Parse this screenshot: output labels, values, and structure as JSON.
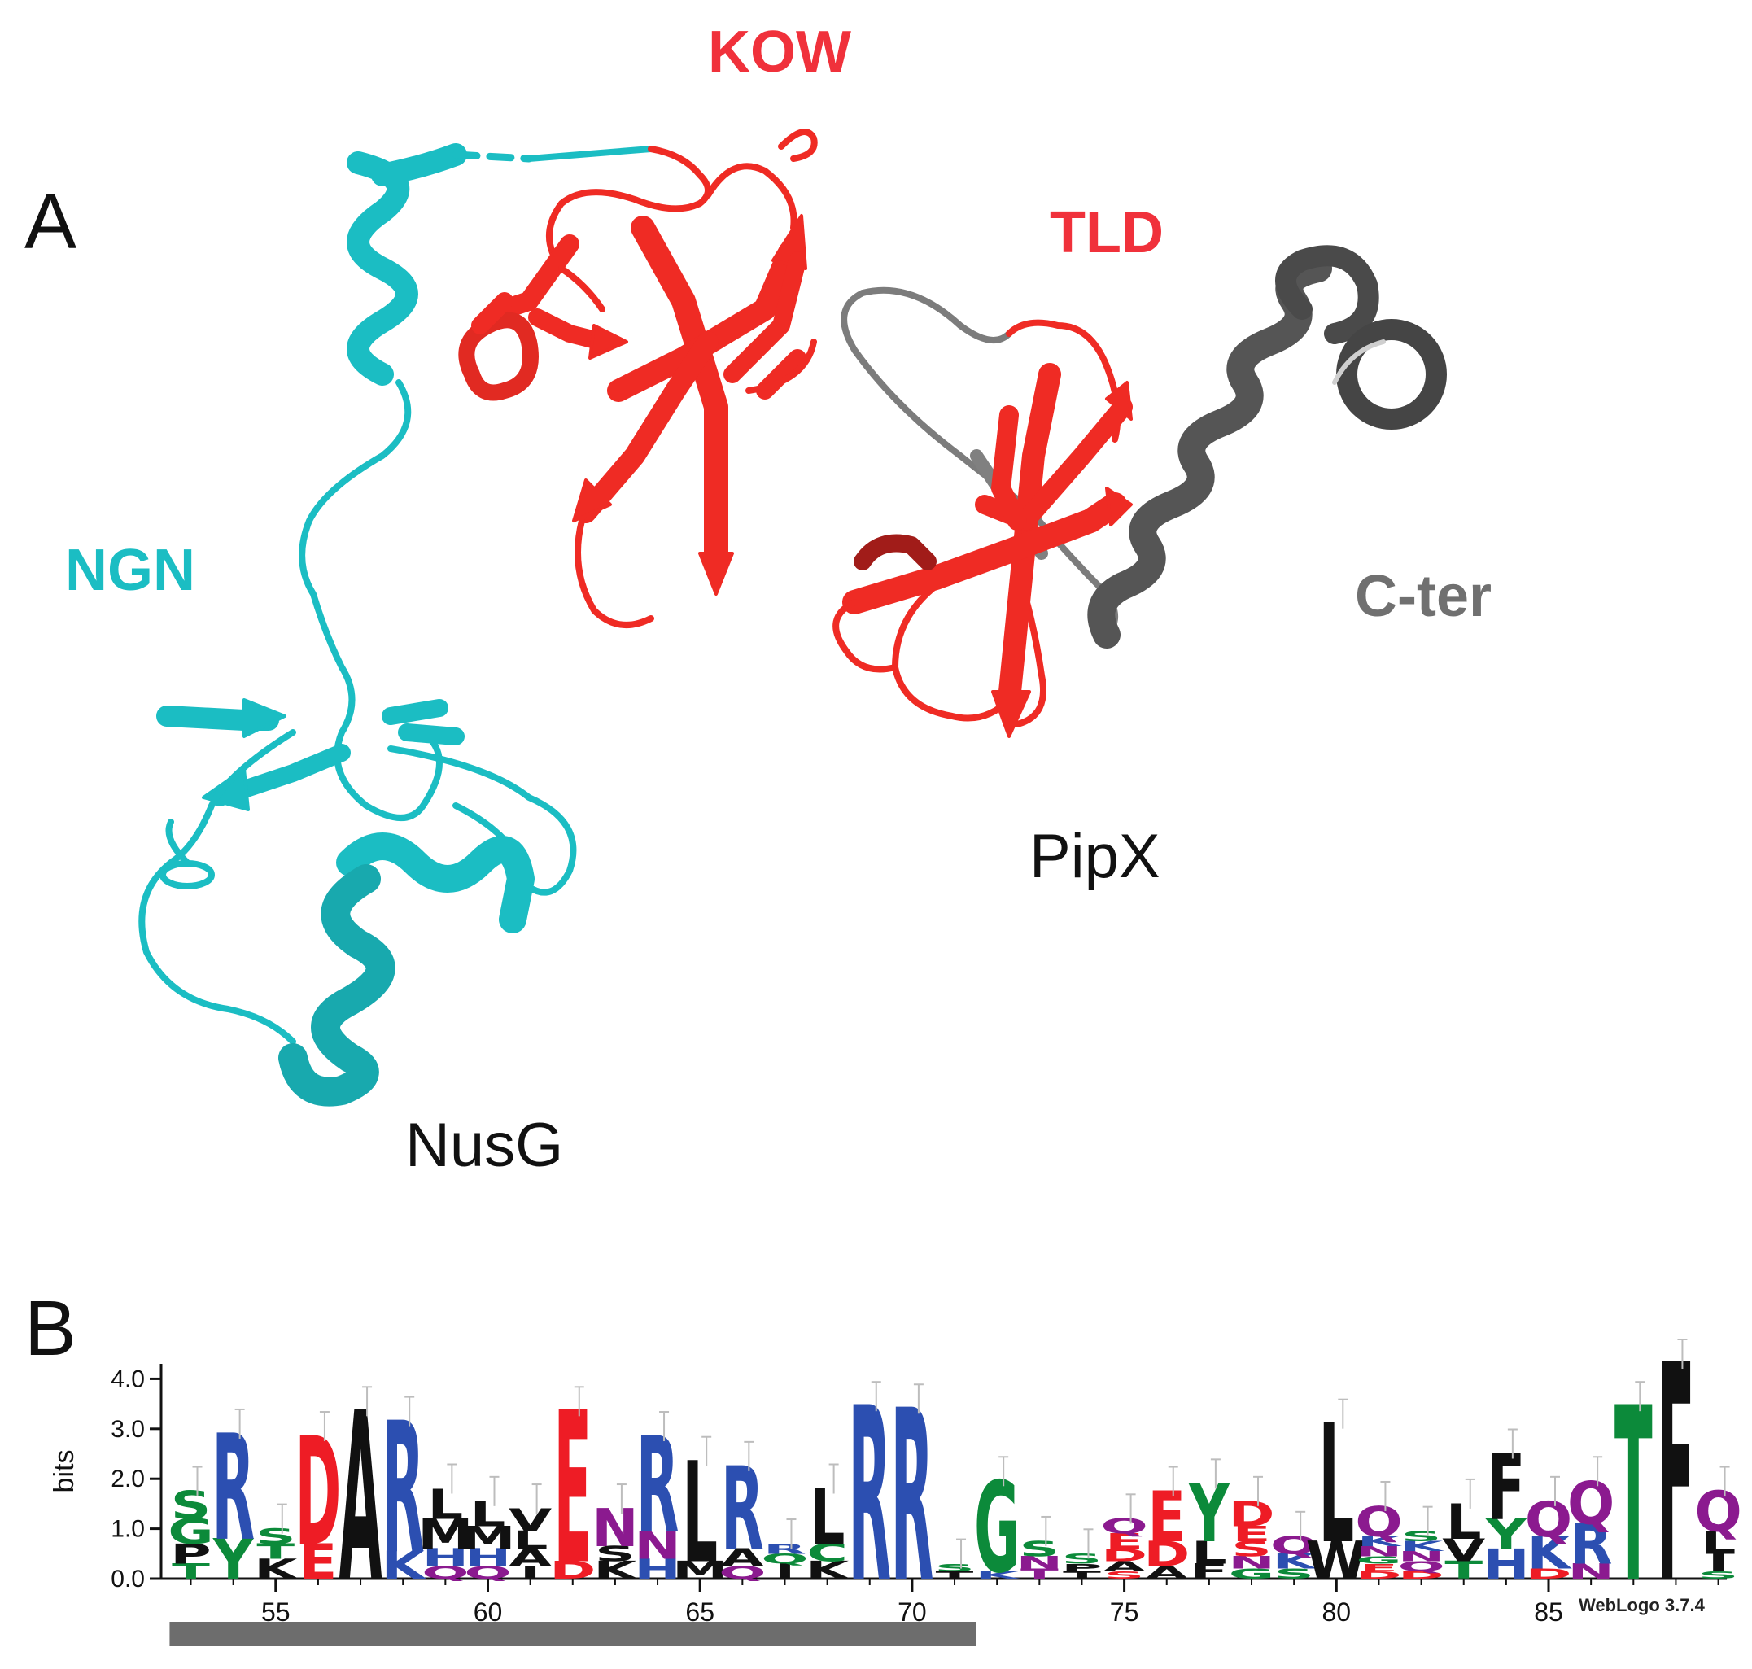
{
  "panel_a": {
    "label": "A",
    "domains": {
      "ngn": {
        "text": "NGN",
        "color": "#1bbdc3"
      },
      "kow": {
        "text": "KOW",
        "color": "#f0313b"
      },
      "tld": {
        "text": "TLD",
        "color": "#f0313b"
      },
      "cter": {
        "text": "C-ter",
        "color": "#707070"
      }
    },
    "proteins": {
      "nusg": "NusG",
      "pipx": "PipX"
    },
    "ribbon_colors": {
      "cyan": "#1bbdc3",
      "red": "#ef2b24",
      "grey": "#585858"
    }
  },
  "panel_b": {
    "label": "B",
    "credit": "WebLogo 3.7.4",
    "chart_data": {
      "type": "sequence-logo",
      "ylabel": "bits",
      "ylim": [
        0,
        4.3
      ],
      "yticks": [
        "0.0",
        "1.0",
        "2.0",
        "3.0",
        "4.0"
      ],
      "xlim": [
        52.3,
        89.2
      ],
      "xticks": [
        55,
        60,
        65,
        70,
        75,
        80,
        85
      ],
      "bracket_range": [
        52.5,
        71.5
      ],
      "residue_colors": {
        "basic": "#2c4fb1",
        "acidic": "#ee1c25",
        "polar": "#0c8a3a",
        "amide": "#8b1a8f",
        "hydrophobic": "#111111"
      },
      "positions": [
        {
          "pos": 53,
          "stack": [
            [
              "T",
              0.3,
              "polar"
            ],
            [
              "P",
              0.4,
              "hydrophobic"
            ],
            [
              "G",
              0.5,
              "polar"
            ],
            [
              "S",
              0.55,
              "polar"
            ]
          ]
        },
        {
          "pos": 54,
          "stack": [
            [
              "Y",
              0.8,
              "polar"
            ],
            [
              "R",
              2.1,
              "basic"
            ]
          ]
        },
        {
          "pos": 55,
          "stack": [
            [
              "K",
              0.4,
              "hydrophobic"
            ],
            [
              "T",
              0.3,
              "polar"
            ],
            [
              "S",
              0.3,
              "polar"
            ]
          ]
        },
        {
          "pos": 56,
          "stack": [
            [
              "E",
              0.7,
              "acidic"
            ],
            [
              "D",
              2.15,
              "acidic"
            ]
          ]
        },
        {
          "pos": 57,
          "stack": [
            [
              "A",
              3.35,
              "hydrophobic"
            ]
          ]
        },
        {
          "pos": 58,
          "stack": [
            [
              "K",
              0.55,
              "basic"
            ],
            [
              "R",
              2.6,
              "basic"
            ]
          ]
        },
        {
          "pos": 59,
          "stack": [
            [
              "Q",
              0.25,
              "amide"
            ],
            [
              "H",
              0.35,
              "basic"
            ],
            [
              "M",
              0.6,
              "hydrophobic"
            ],
            [
              "L",
              0.6,
              "hydrophobic"
            ]
          ]
        },
        {
          "pos": 60,
          "stack": [
            [
              "Q",
              0.25,
              "amide"
            ],
            [
              "H",
              0.35,
              "basic"
            ],
            [
              "M",
              0.45,
              "hydrophobic"
            ],
            [
              "L",
              0.5,
              "hydrophobic"
            ]
          ]
        },
        {
          "pos": 61,
          "stack": [
            [
              "I",
              0.25,
              "hydrophobic"
            ],
            [
              "A",
              0.35,
              "hydrophobic"
            ],
            [
              "L",
              0.35,
              "hydrophobic"
            ],
            [
              "V",
              0.45,
              "hydrophobic"
            ]
          ]
        },
        {
          "pos": 62,
          "stack": [
            [
              "D",
              0.35,
              "acidic"
            ],
            [
              "E",
              3.0,
              "acidic"
            ]
          ]
        },
        {
          "pos": 63,
          "stack": [
            [
              "K",
              0.35,
              "hydrophobic"
            ],
            [
              "S",
              0.3,
              "hydrophobic"
            ],
            [
              "N",
              0.75,
              "amide"
            ]
          ]
        },
        {
          "pos": 64,
          "stack": [
            [
              "H",
              0.4,
              "basic"
            ],
            [
              "N",
              0.55,
              "amide"
            ],
            [
              "R",
              1.9,
              "basic"
            ]
          ]
        },
        {
          "pos": 65,
          "stack": [
            [
              "M",
              0.35,
              "hydrophobic"
            ],
            [
              "L",
              2.0,
              "hydrophobic"
            ]
          ]
        },
        {
          "pos": 66,
          "stack": [
            [
              "Q",
              0.25,
              "amide"
            ],
            [
              "A",
              0.35,
              "hydrophobic"
            ],
            [
              "R",
              1.65,
              "basic"
            ]
          ]
        },
        {
          "pos": 67,
          "stack": [
            [
              "I",
              0.3,
              "hydrophobic"
            ],
            [
              "Q",
              0.2,
              "polar"
            ],
            [
              "R",
              0.2,
              "basic"
            ]
          ]
        },
        {
          "pos": 68,
          "stack": [
            [
              "K",
              0.35,
              "hydrophobic"
            ],
            [
              "C",
              0.35,
              "polar"
            ],
            [
              "L",
              1.1,
              "hydrophobic"
            ]
          ]
        },
        {
          "pos": 69,
          "stack": [
            [
              "R",
              3.45,
              "basic"
            ]
          ]
        },
        {
          "pos": 70,
          "stack": [
            [
              "R",
              3.4,
              "basic"
            ]
          ]
        },
        {
          "pos": 71,
          "stack": [
            [
              "T",
              0.15,
              "hydrophobic"
            ],
            [
              "S",
              0.15,
              "polar"
            ]
          ]
        },
        {
          "pos": 72,
          "stack": [
            [
              "K",
              0.15,
              "basic"
            ],
            [
              "G",
              1.8,
              "polar"
            ]
          ]
        },
        {
          "pos": 73,
          "stack": [
            [
              "T",
              0.2,
              "amide"
            ],
            [
              "N",
              0.25,
              "amide"
            ],
            [
              "S",
              0.3,
              "polar"
            ]
          ]
        },
        {
          "pos": 74,
          "stack": [
            [
              "T",
              0.15,
              "hydrophobic"
            ],
            [
              "P",
              0.15,
              "hydrophobic"
            ],
            [
              "S",
              0.2,
              "polar"
            ]
          ]
        },
        {
          "pos": 75,
          "stack": [
            [
              "S",
              0.15,
              "acidic"
            ],
            [
              "A",
              0.2,
              "hydrophobic"
            ],
            [
              "D",
              0.25,
              "acidic"
            ],
            [
              "E",
              0.3,
              "acidic"
            ],
            [
              "Q",
              0.3,
              "amide"
            ]
          ]
        },
        {
          "pos": 76,
          "stack": [
            [
              "A",
              0.25,
              "hydrophobic"
            ],
            [
              "D",
              0.5,
              "acidic"
            ],
            [
              "E",
              1.0,
              "acidic"
            ]
          ]
        },
        {
          "pos": 77,
          "stack": [
            [
              "F",
              0.3,
              "hydrophobic"
            ],
            [
              "L",
              0.45,
              "hydrophobic"
            ],
            [
              "Y",
              1.15,
              "polar"
            ]
          ]
        },
        {
          "pos": 78,
          "stack": [
            [
              "G",
              0.2,
              "polar"
            ],
            [
              "N",
              0.25,
              "amide"
            ],
            [
              "S",
              0.3,
              "acidic"
            ],
            [
              "E",
              0.3,
              "acidic"
            ],
            [
              "D",
              0.5,
              "acidic"
            ]
          ]
        },
        {
          "pos": 79,
          "stack": [
            [
              "S",
              0.2,
              "polar"
            ],
            [
              "K",
              0.3,
              "basic"
            ],
            [
              "Q",
              0.35,
              "amide"
            ]
          ]
        },
        {
          "pos": 80,
          "stack": [
            [
              "W",
              0.75,
              "hydrophobic"
            ],
            [
              "L",
              2.35,
              "hydrophobic"
            ]
          ]
        },
        {
          "pos": 81,
          "stack": [
            [
              "D",
              0.15,
              "acidic"
            ],
            [
              "E",
              0.15,
              "acidic"
            ],
            [
              "G",
              0.15,
              "polar"
            ],
            [
              "N",
              0.2,
              "amide"
            ],
            [
              "K",
              0.2,
              "basic"
            ],
            [
              "Q",
              0.6,
              "amide"
            ]
          ]
        },
        {
          "pos": 82,
          "stack": [
            [
              "D",
              0.15,
              "acidic"
            ],
            [
              "Q",
              0.2,
              "amide"
            ],
            [
              "N",
              0.2,
              "amide"
            ],
            [
              "K",
              0.2,
              "basic"
            ],
            [
              "S",
              0.2,
              "polar"
            ]
          ]
        },
        {
          "pos": 83,
          "stack": [
            [
              "T",
              0.35,
              "polar"
            ],
            [
              "V",
              0.45,
              "hydrophobic"
            ],
            [
              "L",
              0.7,
              "hydrophobic"
            ]
          ]
        },
        {
          "pos": 84,
          "stack": [
            [
              "H",
              0.6,
              "basic"
            ],
            [
              "Y",
              0.6,
              "polar"
            ],
            [
              "F",
              1.3,
              "hydrophobic"
            ]
          ]
        },
        {
          "pos": 85,
          "stack": [
            [
              "D",
              0.2,
              "acidic"
            ],
            [
              "K",
              0.65,
              "basic"
            ],
            [
              "Q",
              0.7,
              "amide"
            ]
          ]
        },
        {
          "pos": 86,
          "stack": [
            [
              "N",
              0.3,
              "amide"
            ],
            [
              "R",
              0.8,
              "basic"
            ],
            [
              "Q",
              0.85,
              "amide"
            ]
          ]
        },
        {
          "pos": 87,
          "stack": [
            [
              "T",
              3.45,
              "polar"
            ]
          ]
        },
        {
          "pos": 88,
          "stack": [
            [
              "F",
              4.3,
              "hydrophobic"
            ]
          ]
        },
        {
          "pos": 89,
          "stack": [
            [
              "S",
              0.15,
              "polar"
            ],
            [
              "I",
              0.35,
              "hydrophobic"
            ],
            [
              "L",
              0.45,
              "hydrophobic"
            ],
            [
              "Q",
              0.8,
              "amide"
            ]
          ]
        }
      ]
    }
  }
}
